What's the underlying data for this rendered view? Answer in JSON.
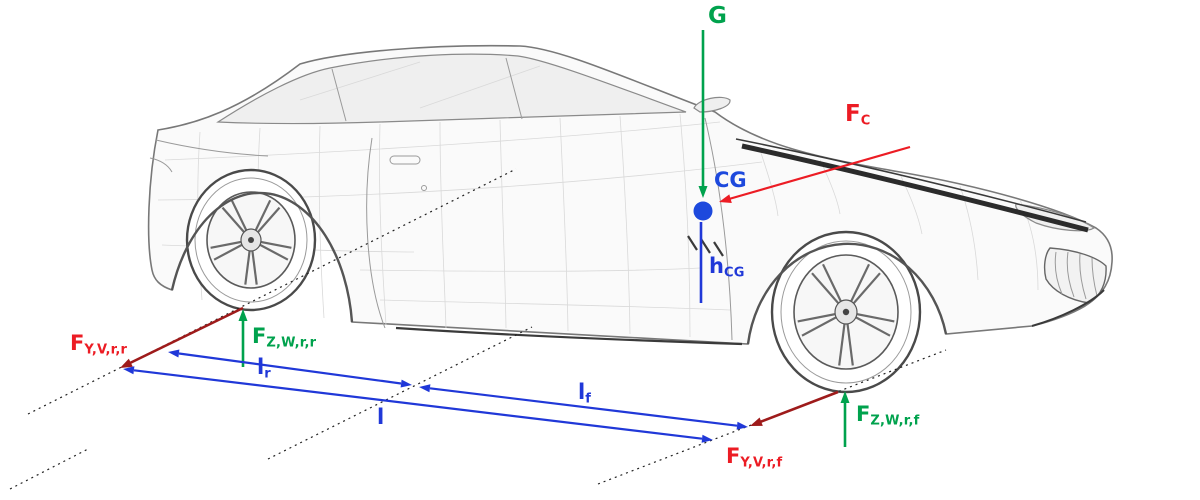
{
  "colors": {
    "force_green": "#00a24d",
    "force_red": "#ec1c24",
    "lateral_red": "#9e1b1b",
    "dim_blue": "#2038d8",
    "cg_blue": "#1d49dd",
    "line_black": "#222222"
  },
  "labels": {
    "gravity": {
      "main": "G",
      "sub": ""
    },
    "centrifugal": {
      "main": "F",
      "sub": "C"
    },
    "center_of_gravity": {
      "main": "CG",
      "sub": ""
    },
    "cg_height": {
      "main": "h",
      "sub": "CG"
    },
    "lateral_force_rear": {
      "main": "F",
      "sub": "Y,V,r,r"
    },
    "vertical_force_rear": {
      "main": "F",
      "sub": "Z,W,r,r"
    },
    "rear_axle_distance": {
      "main": "l",
      "sub": "r"
    },
    "wheelbase": {
      "main": "l",
      "sub": ""
    },
    "front_axle_distance": {
      "main": "l",
      "sub": "f"
    },
    "vertical_force_front": {
      "main": "F",
      "sub": "Z,W,r,f"
    },
    "lateral_force_front": {
      "main": "F",
      "sub": "Y,V,r,f"
    }
  }
}
